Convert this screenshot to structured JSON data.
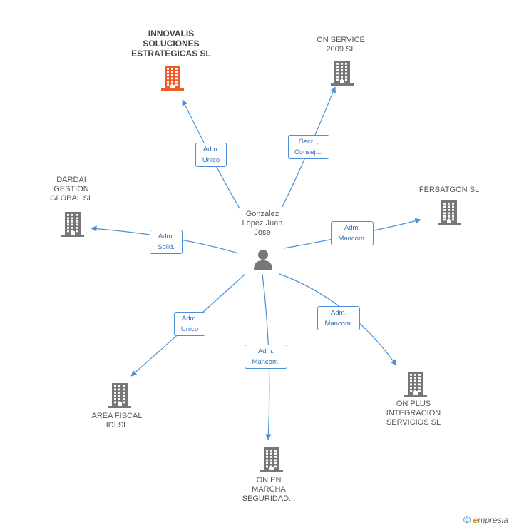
{
  "center": {
    "name": "Gonzalez\nLopez Juan\nJose",
    "icon": "person-icon"
  },
  "nodes": [
    {
      "id": "innovalis",
      "label": "INNOVALIS\nSOLUCIONES\nESTRATEGICAS SL",
      "highlight": true,
      "icon": "building-icon",
      "color": "#f05a28"
    },
    {
      "id": "onservice",
      "label": "ON SERVICE\n2009  SL",
      "highlight": false,
      "icon": "building-icon",
      "color": "#777777"
    },
    {
      "id": "dardai",
      "label": "DARDAI\nGESTION\nGLOBAL SL",
      "highlight": false,
      "icon": "building-icon",
      "color": "#777777"
    },
    {
      "id": "ferbatgon",
      "label": "FERBATGON SL",
      "highlight": false,
      "icon": "building-icon",
      "color": "#777777"
    },
    {
      "id": "areafiscal",
      "label": "AREA FISCAL\nIDI  SL",
      "highlight": false,
      "icon": "building-icon",
      "color": "#777777"
    },
    {
      "id": "onenmarcha",
      "label": "ON EN\nMARCHA\nSEGURIDAD...",
      "highlight": false,
      "icon": "building-icon",
      "color": "#777777"
    },
    {
      "id": "onplus",
      "label": "ON PLUS\nINTEGRACION\nSERVICIOS SL",
      "highlight": false,
      "icon": "building-icon",
      "color": "#777777"
    }
  ],
  "edges": [
    {
      "to": "innovalis",
      "label": "Adm.\nUnico"
    },
    {
      "to": "onservice",
      "label": "Secr. ,\nConsej...."
    },
    {
      "to": "dardai",
      "label": "Adm.\nSolid."
    },
    {
      "to": "ferbatgon",
      "label": "Adm.\nMancom."
    },
    {
      "to": "areafiscal",
      "label": "Adm.\nUnico"
    },
    {
      "to": "onenmarcha",
      "label": "Adm.\nMancom."
    },
    {
      "to": "onplus",
      "label": "Adm.\nMancom."
    }
  ],
  "colors": {
    "edge": "#4a90d9",
    "highlight": "#f05a28",
    "building": "#777777",
    "person": "#777777"
  },
  "footer": {
    "copyright": "©",
    "brand_initial": "e",
    "brand_rest": "mpresia"
  }
}
